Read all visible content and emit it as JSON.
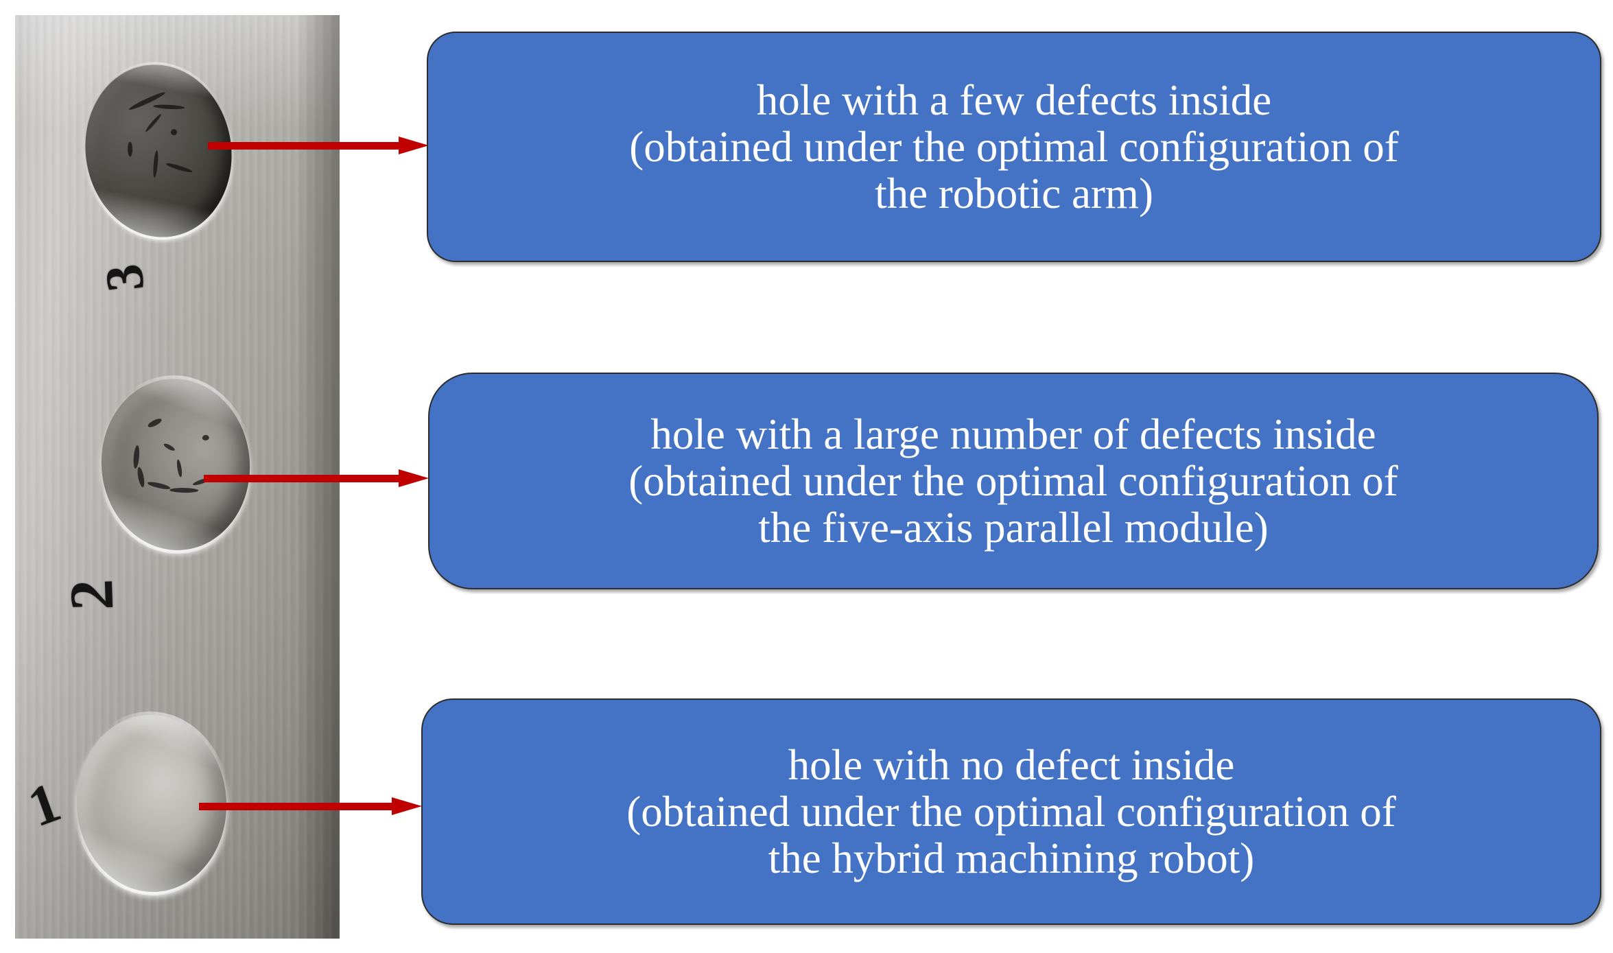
{
  "figure": {
    "type": "annotated-photograph",
    "description": "Photograph of an aluminium plate with three drilled holes, each annotated by a red arrow pointing to a blue rounded callout box."
  },
  "photo": {
    "name": "aluminium-plate-with-three-drilled-holes",
    "holes": [
      {
        "id": "hole-top",
        "marker_label": "3",
        "condition": "a few defects inside"
      },
      {
        "id": "hole-middle",
        "marker_label": "2",
        "condition": "a large number of defects inside"
      },
      {
        "id": "hole-bottom",
        "marker_label": "1",
        "condition": "no defect inside"
      }
    ]
  },
  "colors": {
    "callout_fill": "#4472C4",
    "callout_border": "#2d2d2d",
    "callout_text": "#FFFFFF",
    "arrow": "#C00000",
    "background": "#FFFFFF"
  },
  "callouts": [
    {
      "id": "callout-1",
      "lines": [
        "hole with a few defects inside",
        "(obtained under the optimal configuration of",
        "the robotic arm)"
      ]
    },
    {
      "id": "callout-2",
      "lines": [
        "hole with a large number of defects inside",
        "(obtained under the optimal configuration of",
        "the five-axis parallel module)"
      ]
    },
    {
      "id": "callout-3",
      "lines": [
        "hole with no defect inside",
        "(obtained under the optimal configuration of",
        "the hybrid machining robot)"
      ]
    }
  ],
  "arrows": [
    {
      "id": "arrow-1",
      "points_from": "hole-top",
      "points_to": "callout-1"
    },
    {
      "id": "arrow-2",
      "points_from": "hole-middle",
      "points_to": "callout-2"
    },
    {
      "id": "arrow-3",
      "points_from": "hole-bottom",
      "points_to": "callout-3"
    }
  ]
}
